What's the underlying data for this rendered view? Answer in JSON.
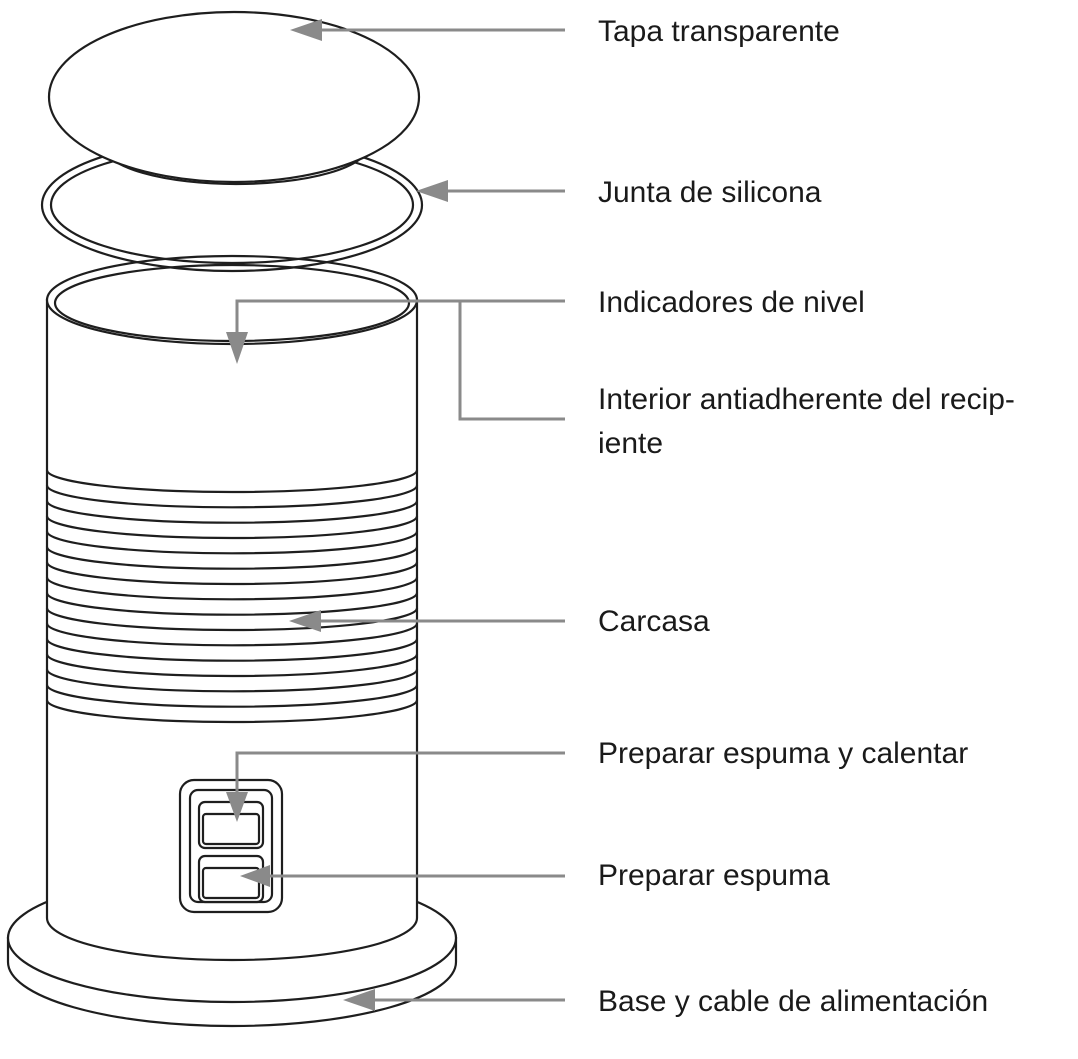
{
  "diagram": {
    "labels": {
      "tapa": "Tapa transparente",
      "junta": "Junta de silicona",
      "indicadores": "Indicadores de nivel",
      "interior_line1": "Interior antiadherente del recip-",
      "interior_line2": "iente",
      "carcasa": "Carcasa",
      "espuma_calentar": "Preparar espuma y calentar",
      "espuma": "Preparar espuma",
      "base": "Base y cable de alimentación"
    },
    "colors": {
      "outline": "#1e1e1e",
      "leader": "#8a8a8a",
      "text": "#1a1a1a",
      "background": "#ffffff"
    }
  }
}
